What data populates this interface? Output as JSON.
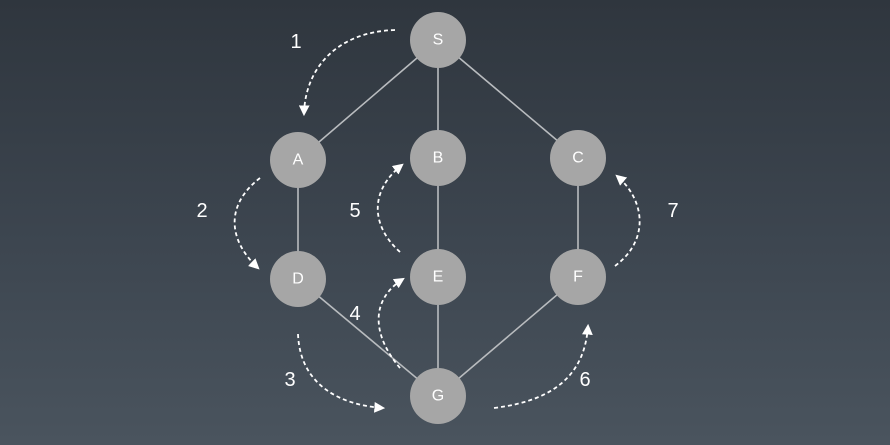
{
  "graph": {
    "nodes": [
      {
        "id": "S",
        "label": "S"
      },
      {
        "id": "A",
        "label": "A"
      },
      {
        "id": "B",
        "label": "B"
      },
      {
        "id": "C",
        "label": "C"
      },
      {
        "id": "D",
        "label": "D"
      },
      {
        "id": "E",
        "label": "E"
      },
      {
        "id": "F",
        "label": "F"
      },
      {
        "id": "G",
        "label": "G"
      }
    ],
    "edges": [
      [
        "S",
        "A"
      ],
      [
        "S",
        "B"
      ],
      [
        "S",
        "C"
      ],
      [
        "A",
        "D"
      ],
      [
        "B",
        "E"
      ],
      [
        "C",
        "F"
      ],
      [
        "D",
        "G"
      ],
      [
        "E",
        "G"
      ],
      [
        "F",
        "G"
      ]
    ],
    "traversal_steps": [
      {
        "label": "1",
        "from": "S",
        "to": "A"
      },
      {
        "label": "2",
        "from": "A",
        "to": "D"
      },
      {
        "label": "3",
        "from": "D",
        "to": "G"
      },
      {
        "label": "4",
        "from": "G",
        "to": "E"
      },
      {
        "label": "5",
        "from": "E",
        "to": "B"
      },
      {
        "label": "6",
        "from": "G",
        "to": "F"
      },
      {
        "label": "7",
        "from": "F",
        "to": "C"
      }
    ]
  },
  "colors": {
    "node_fill": "#a6a6a6",
    "edge": "#b9bcbf",
    "arrow": "#ffffff",
    "text": "#ffffff"
  }
}
